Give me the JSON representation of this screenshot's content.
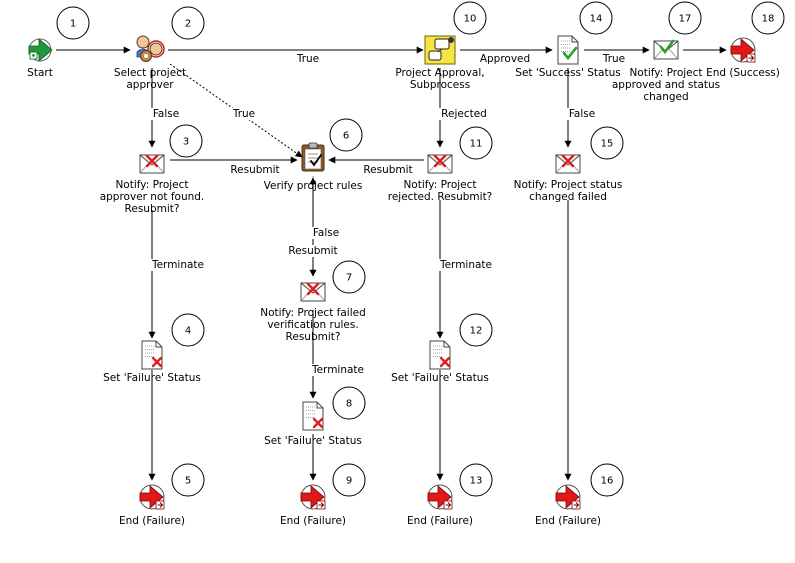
{
  "nodes": [
    {
      "id": 1,
      "icon": "start",
      "label": [
        "Start"
      ]
    },
    {
      "id": 2,
      "icon": "people",
      "label": [
        "Select project",
        "approver"
      ]
    },
    {
      "id": 3,
      "icon": "mail-x",
      "label": [
        "Notify: Project",
        "approver not found.",
        "Resubmit?"
      ]
    },
    {
      "id": 4,
      "icon": "doc-x",
      "label": [
        "Set 'Failure' Status"
      ]
    },
    {
      "id": 5,
      "icon": "end",
      "label": [
        "End (Failure)"
      ]
    },
    {
      "id": 6,
      "icon": "clipboard",
      "label": [
        "Verify project rules"
      ]
    },
    {
      "id": 7,
      "icon": "mail-x",
      "label": [
        "Notify: Project failed",
        "verification rules.",
        "Resubmit?"
      ]
    },
    {
      "id": 8,
      "icon": "doc-x",
      "label": [
        "Set 'Failure' Status"
      ]
    },
    {
      "id": 9,
      "icon": "end",
      "label": [
        "End (Failure)"
      ]
    },
    {
      "id": 10,
      "icon": "process",
      "label": [
        "Project Approval,",
        "Subprocess"
      ]
    },
    {
      "id": 11,
      "icon": "mail-x",
      "label": [
        "Notify: Project",
        "rejected. Resubmit?"
      ]
    },
    {
      "id": 12,
      "icon": "doc-x",
      "label": [
        "Set 'Failure' Status"
      ]
    },
    {
      "id": 13,
      "icon": "end",
      "label": [
        "End (Failure)"
      ]
    },
    {
      "id": 14,
      "icon": "doc-check",
      "label": [
        "Set 'Success' Status"
      ]
    },
    {
      "id": 15,
      "icon": "mail-x",
      "label": [
        "Notify: Project status",
        "changed failed"
      ]
    },
    {
      "id": 16,
      "icon": "end",
      "label": [
        "End (Failure)"
      ]
    },
    {
      "id": 17,
      "icon": "mail-check",
      "label": [
        "Notify: Project",
        "approved and status",
        "changed"
      ]
    },
    {
      "id": 18,
      "icon": "end",
      "label": [
        "End (Success)"
      ]
    }
  ],
  "edges": [
    {
      "from": 1,
      "to": 2,
      "label": ""
    },
    {
      "from": 2,
      "to": 10,
      "label": "True"
    },
    {
      "from": 2,
      "to": 6,
      "label": "True"
    },
    {
      "from": 2,
      "to": 3,
      "label": "False"
    },
    {
      "from": 3,
      "to": 6,
      "label": "Resubmit"
    },
    {
      "from": 3,
      "to": 4,
      "label": "Terminate"
    },
    {
      "from": 4,
      "to": 5,
      "label": ""
    },
    {
      "from": 6,
      "to": 7,
      "label": "False"
    },
    {
      "from": 7,
      "to": 6,
      "label": "Resubmit"
    },
    {
      "from": 7,
      "to": 8,
      "label": "Terminate"
    },
    {
      "from": 8,
      "to": 9,
      "label": ""
    },
    {
      "from": 10,
      "to": 14,
      "label": "Approved"
    },
    {
      "from": 10,
      "to": 11,
      "label": "Rejected"
    },
    {
      "from": 11,
      "to": 6,
      "label": "Resubmit"
    },
    {
      "from": 11,
      "to": 12,
      "label": "Terminate"
    },
    {
      "from": 12,
      "to": 13,
      "label": ""
    },
    {
      "from": 14,
      "to": 17,
      "label": "True"
    },
    {
      "from": 14,
      "to": 15,
      "label": "False"
    },
    {
      "from": 15,
      "to": 16,
      "label": ""
    },
    {
      "from": 17,
      "to": 18,
      "label": ""
    }
  ],
  "colors": {
    "line": "#000000",
    "highlight_edge": "#22c7e6",
    "envelope_x": "#e02020",
    "check": "#2aa02a",
    "start_arrow": "#1f9a3a",
    "end_circle": "#e01818",
    "process_bg": "#f4e542"
  }
}
